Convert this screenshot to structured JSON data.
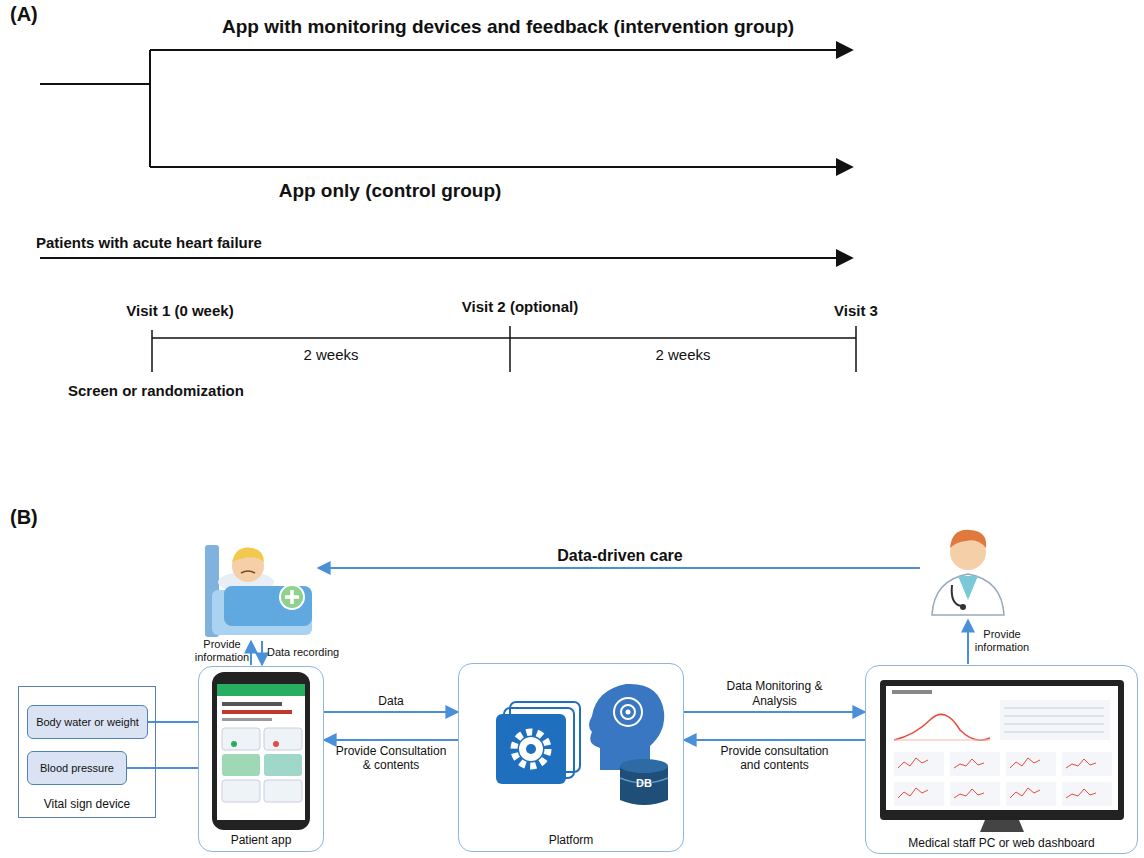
{
  "diagram": {
    "nodes": [
      {
        "text": [
          "Vital sign device"
        ]
      },
      {
        "text": [
          "Body water or weight"
        ],
        "in": 0
      },
      {
        "text": [
          "Blood pressure"
        ],
        "in": 0
      },
      {
        "text": [
          "Patient app"
        ]
      },
      {
        "text": [
          "Platform"
        ]
      },
      {
        "text": [
          "Medical staff PC or web dashboard"
        ]
      }
    ],
    "edges": [
      {
        "from": 1,
        "to": 3,
        "arrow": "none"
      },
      {
        "from": 2,
        "to": 3,
        "arrow": "none"
      },
      {
        "from": 3,
        "to": 4,
        "label": "Data",
        "arrow": "to"
      },
      {
        "from": 4,
        "to": 3,
        "label": "Provide Consultation & contents",
        "arrow": "to"
      },
      {
        "from": 4,
        "to": 5,
        "label": "Data Monitoring & Analysis",
        "arrow": "to"
      },
      {
        "from": 5,
        "to": 4,
        "label": "Provide consultation and contents",
        "arrow": "to"
      }
    ],
    "labels": [
      "(A)",
      "App with monitoring devices and feedback (intervention group)",
      "App only (control group)",
      "Patients with acute heart failure",
      "Visit 1 (0 week)",
      "Visit 2 (optional)",
      "Visit 3",
      "2 weeks",
      "2 weeks",
      "Screen or randomization",
      "(B)",
      "Data-driven care",
      "Provide information",
      "Data recording",
      "Provide information",
      "DB"
    ]
  }
}
